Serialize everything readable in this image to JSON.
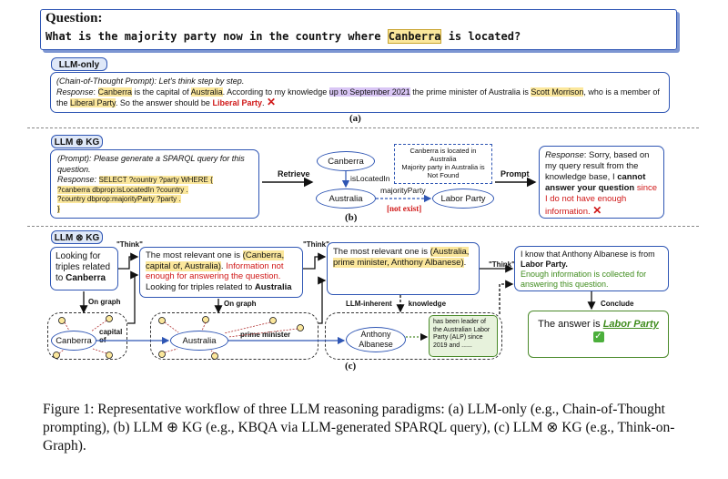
{
  "question": {
    "label": "Question:",
    "pre": "What is the majority party now in the country where ",
    "entity": "Canberra",
    "post": " is located?"
  },
  "panel_a": {
    "tag": "LLM-only",
    "prompt": "(Chain-of-Thought Prompt): Let's think step by step.",
    "resp_label": "Response",
    "r1": "Canberra",
    "r2": " is the capital of ",
    "r3": "Australia",
    "r4": ". According to my knowledge ",
    "r5": "up to September 2021",
    "r6": " the prime minister of Australia is ",
    "r7": "Scott Morrison",
    "r8": ", who is a member of the ",
    "r9": "Liberal Party",
    "r10": ". So the answer should be ",
    "r11": "Liberal Party",
    "r12": ".",
    "caption": "(a)"
  },
  "panel_b": {
    "tag_left": "LLM",
    "tag_op": "⊕",
    "tag_right": "KG",
    "prompt": "(Prompt): Please generate a SPARQL query for this question.",
    "resp_label": "Response: ",
    "q1": "SELECT ?country ?party WHERE {",
    "q2": "?canberra dbprop:isLocatedIn ?country .",
    "q3": "?country dbprop:majorityParty ?party .",
    "q4": "}",
    "retrieve": "Retrieve",
    "node_canberra": "Canberra",
    "node_australia": "Australia",
    "node_labor": "Labor Party",
    "edge_located": "isLocatedIn",
    "edge_majority": "majorityParty",
    "not_exist": "[not exist]",
    "info_1": "Canberra is located in Australia",
    "info_2": "Majority party in Australia is Not Found",
    "prompt_arrow": "Prompt",
    "resp2_label": "Response",
    "resp2_a": ": Sorry, based on my query result from the knowledge base, I ",
    "resp2_b": "cannot answer your question",
    "resp2_c": " since ",
    "resp2_d": "I do not have enough information.",
    "caption": "(b)"
  },
  "panel_c": {
    "tag_left": "LLM",
    "tag_op": "⊗",
    "tag_right": "KG",
    "look_1": "Looking for triples related to ",
    "look_1b": "Canberra",
    "think": "\"Think\"",
    "mr1_a": "The most relevant one is ",
    "mr1_b": "(Canberra, capital of, Australia)",
    "mr1_c": ". ",
    "mr1_d": "Information not enough for answering the question.",
    "mr1_e": "Looking for triples related to ",
    "mr1_f": "Australia",
    "mr2_a": "The most relevant one is ",
    "mr2_b": "(Australia, prime minister, Anthony Albanese)",
    "mr2_c": ".",
    "know_a": "I know that Anthony Albanese is from ",
    "know_b": "Labor Party.",
    "know_c": "Enough information is collected for answering this question.",
    "on_graph": "On graph",
    "llm_inherent": "LLM-inherent",
    "knowledge": "knowledge",
    "conclude": "Conclude",
    "node_canberra": "Canberra",
    "node_australia": "Australia",
    "node_albanese": "Anthony Albanese",
    "edge_capital": "capital of",
    "edge_pm": "prime minister",
    "leader_text": "has been leader of the Australian Labor Party (ALP) since 2019 and ......",
    "answer_pre": "The answer is ",
    "answer": "Labor Party",
    "check": "✅",
    "caption": "(c)"
  },
  "figure_caption": "Figure 1: Representative workflow of three LLM reasoning paradigms: (a) LLM-only (e.g., Chain-of-Thought prompting), (b) LLM ⊕ KG (e.g., KBQA via LLM-generated SPARQL query), (c) LLM ⊗ KG (e.g., Think-on-Graph).",
  "colors": {
    "blue": "#2f56b4",
    "highlight": "#fbe79c",
    "purple": "#d9c6f5",
    "red": "#d01818",
    "green": "#3f8c1d",
    "tagbg": "#dfe8f8"
  },
  "icons": {
    "wrong": "cross-mark-icon",
    "right": "check-mark-icon"
  }
}
